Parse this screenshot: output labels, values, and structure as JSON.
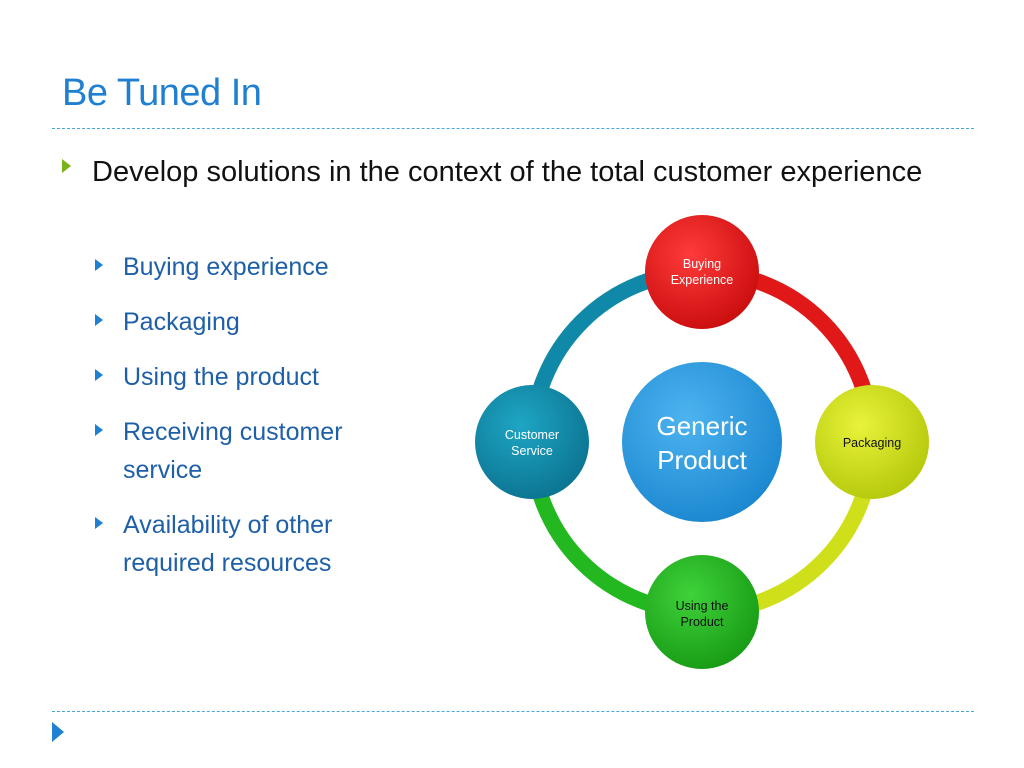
{
  "slide": {
    "title": "Be Tuned In",
    "main_bullet": "Develop solutions in the context of the total customer experience",
    "sub_bullets": [
      "Buying experience",
      "Packaging",
      "Using the product",
      "Receiving customer service",
      "Availability of other required resources"
    ]
  },
  "diagram": {
    "center": {
      "label_line1": "Generic",
      "label_line2": "Product",
      "color": "#2b9be0"
    },
    "nodes": [
      {
        "label_line1": "Buying",
        "label_line2": "Experience",
        "color": "#e01818",
        "text_color": "#ffffff"
      },
      {
        "label_line1": "Packaging",
        "label_line2": "",
        "color": "#c8dc10",
        "text_color": "#111111"
      },
      {
        "label_line1": "Using the",
        "label_line2": "Product",
        "color": "#22b41e",
        "text_color": "#111111"
      },
      {
        "label_line1": "Customer",
        "label_line2": "Service",
        "color": "#0f8aa8",
        "text_color": "#ffffff"
      }
    ]
  },
  "colors": {
    "title": "#1f7fd1",
    "main_bullet_arrow": "#7ab317",
    "sub_bullet_text": "#1e5fa8",
    "rule": "#4aa6d8"
  }
}
